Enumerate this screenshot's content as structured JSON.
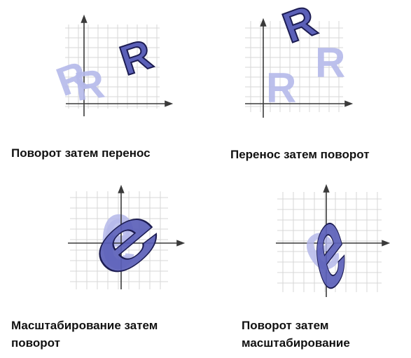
{
  "panels": [
    {
      "id": "rotate-then-translate",
      "glyph": "R",
      "caption_lines": [
        "Поворот затем перенос"
      ]
    },
    {
      "id": "translate-then-rotate",
      "glyph": "R",
      "caption_lines": [
        "Перенос затем поворот"
      ]
    },
    {
      "id": "scale-then-rotate",
      "glyph": "e",
      "caption_lines": [
        "Масштабирование затем",
        "поворот"
      ]
    },
    {
      "id": "rotate-then-scale",
      "glyph": "e",
      "caption_lines": [
        "Поворот затем",
        "масштабирование"
      ]
    }
  ],
  "colors": {
    "shape_fill": "#5b60b8",
    "shape_stroke": "#1c1c52",
    "ghost_fill": "#b5b9ea",
    "grid": "#d7d7d7",
    "axis": "#3a3a3a"
  }
}
